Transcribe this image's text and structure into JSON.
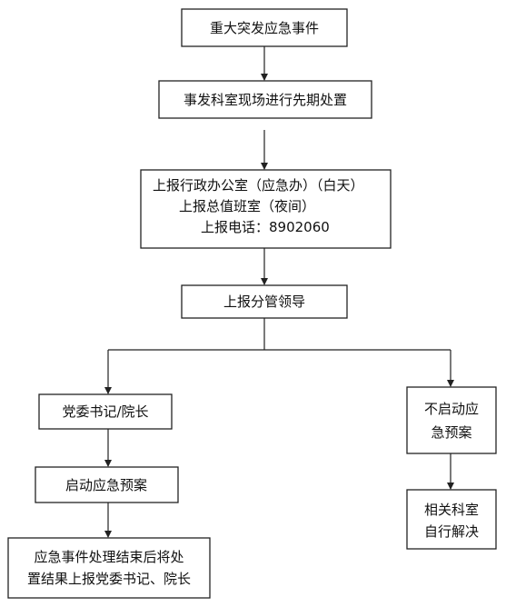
{
  "flowchart": {
    "nodes": {
      "incident": {
        "lines": [
          "重大突发应急事件"
        ]
      },
      "onsite": {
        "lines": [
          "事发科室现场进行先期处置"
        ]
      },
      "report": {
        "lines": [
          "上报行政办公室（应急办）（白天）",
          "上报总值班室（夜间）",
          "上报电话：8902060"
        ]
      },
      "leader": {
        "lines": [
          "上报分管领导"
        ]
      },
      "secretary": {
        "lines": [
          "党委书记/院长"
        ]
      },
      "no_plan": {
        "lines": [
          "不启动应",
          "急预案"
        ]
      },
      "start_plan": {
        "lines": [
          "启动应急预案"
        ]
      },
      "dept_resolve": {
        "lines": [
          "相关科室",
          "自行解决"
        ]
      },
      "final_report": {
        "lines": [
          "应急事件处理结束后将处",
          "置结果上报党委书记、院长"
        ]
      }
    }
  }
}
